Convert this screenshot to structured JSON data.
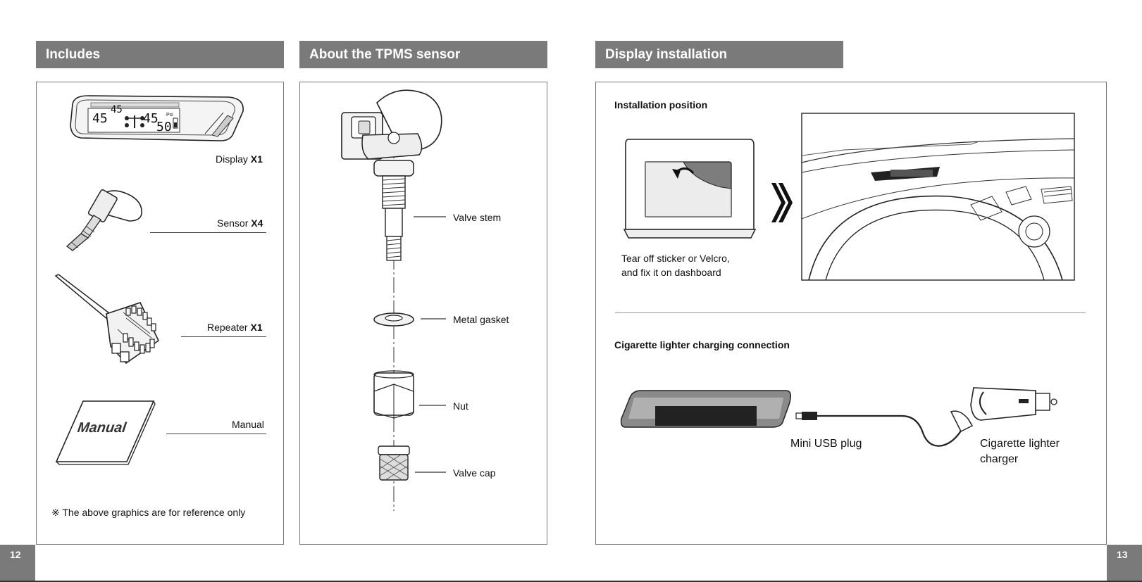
{
  "headers": {
    "includes": "Includes",
    "about": "About the TPMS sensor",
    "display_install": "Display installation"
  },
  "includes": {
    "display": {
      "name": "Display",
      "qty": "X1"
    },
    "sensor": {
      "name": "Sensor",
      "qty": "X4"
    },
    "repeater": {
      "name": "Repeater",
      "qty": "X1"
    },
    "manual": {
      "name": "Manual",
      "cover_text": "Manual"
    },
    "lcd": {
      "d1": "45",
      "d2": "45",
      "d3": "45",
      "d4": "50",
      "unit": "Psi"
    },
    "note": "※ The above graphics are for reference only"
  },
  "sensor_parts": {
    "valve_stem": "Valve stem",
    "metal_gasket": "Metal gasket",
    "nut": "Nut",
    "valve_cap": "Valve cap"
  },
  "display_installation": {
    "installation_position": "Installation position",
    "caption_line1": "Tear off sticker or Velcro,",
    "caption_line2": "and fix it on dashboard",
    "cigarette_heading": "Cigarette lighter charging connection",
    "mini_usb": "Mini USB plug",
    "charger_line1": "Cigarette lighter",
    "charger_line2": "charger"
  },
  "pages": {
    "left": "12",
    "right": "13"
  }
}
